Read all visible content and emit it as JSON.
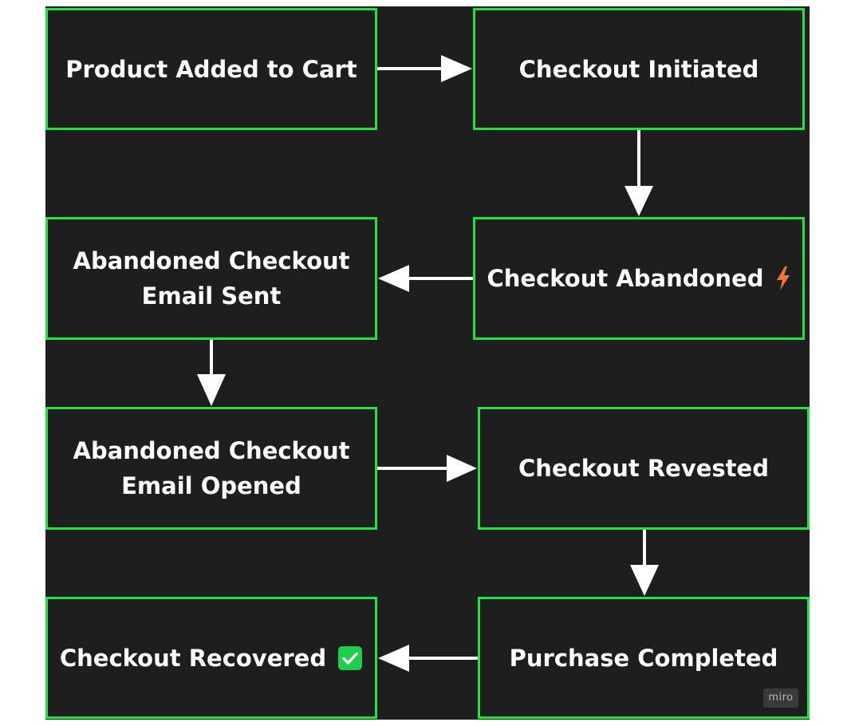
{
  "diagram": {
    "nodes": [
      {
        "id": "product-added",
        "label": "Product Added to Cart"
      },
      {
        "id": "checkout-initiated",
        "label": "Checkout Initiated"
      },
      {
        "id": "abandoned-email-sent",
        "label": "Abandoned Checkout\nEmail Sent"
      },
      {
        "id": "checkout-abandoned",
        "label": "Checkout Abandoned",
        "icon": "lightning-bolt-icon"
      },
      {
        "id": "abandoned-email-opened",
        "label": "Abandoned Checkout\nEmail Opened"
      },
      {
        "id": "checkout-revested",
        "label": "Checkout Revested"
      },
      {
        "id": "checkout-recovered",
        "label": "Checkout Recovered",
        "icon": "green-checkmark-icon"
      },
      {
        "id": "purchase-completed",
        "label": "Purchase Completed"
      }
    ],
    "edges": [
      {
        "from": "product-added",
        "to": "checkout-initiated"
      },
      {
        "from": "checkout-initiated",
        "to": "checkout-abandoned"
      },
      {
        "from": "checkout-abandoned",
        "to": "abandoned-email-sent"
      },
      {
        "from": "abandoned-email-sent",
        "to": "abandoned-email-opened"
      },
      {
        "from": "abandoned-email-opened",
        "to": "checkout-revested"
      },
      {
        "from": "checkout-revested",
        "to": "purchase-completed"
      },
      {
        "from": "purchase-completed",
        "to": "checkout-recovered"
      }
    ]
  },
  "colors": {
    "canvas_bg": "#1e1e1e",
    "node_border": "#22e33d",
    "text": "#ffffff",
    "arrow": "#ffffff",
    "bolt": "#f2762e",
    "check_bg": "#1fce4c"
  },
  "watermark": "miro"
}
